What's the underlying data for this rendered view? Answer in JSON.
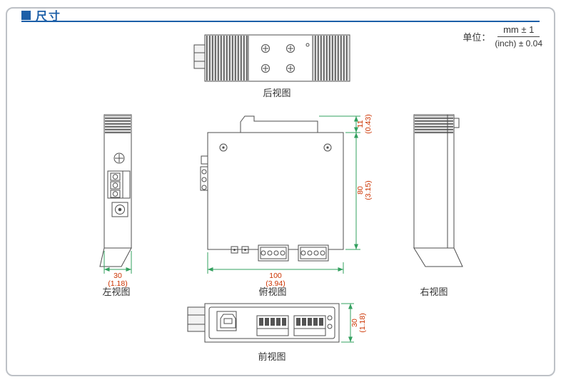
{
  "header": {
    "title": "尺寸"
  },
  "units": {
    "label": "单位：",
    "mm": "mm ± 1",
    "inch": "(inch) ± 0.04"
  },
  "views": {
    "rear": {
      "label": "后视图"
    },
    "left": {
      "label": "左视图",
      "width_mm": "30",
      "width_inch": "(1.18)"
    },
    "top": {
      "label": "俯视图",
      "clip_mm": "11",
      "clip_inch": "(0.43)",
      "depth_mm": "80",
      "depth_inch": "(3.15)",
      "width_mm": "100",
      "width_inch": "(3.94)"
    },
    "right": {
      "label": "右视图"
    },
    "front": {
      "label": "前视图",
      "height_mm": "30",
      "height_inch": "(1.18)"
    }
  },
  "colors": {
    "accent_blue": "#1c5fa8",
    "dimension_line_green": "#33a05f",
    "dimension_text_red": "#cc3300",
    "drawing_stroke": "#4d4d4d"
  }
}
